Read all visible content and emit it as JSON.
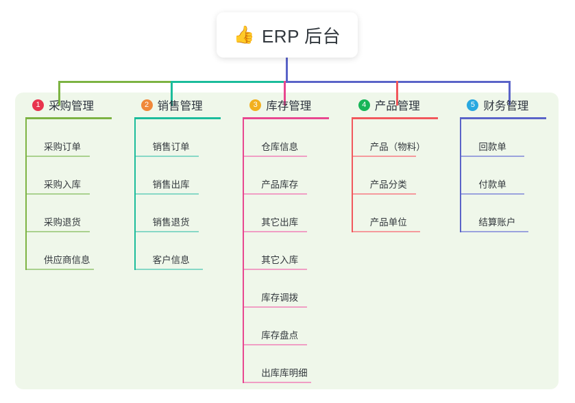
{
  "header": {
    "emoji": "👍",
    "emoji_name": "thumbs-up-icon",
    "title": "ERP 后台"
  },
  "colors": {
    "panel_background": "#eff7ea",
    "page_background": "#ffffff",
    "stem": "#5a63c8",
    "bus_left": "#7cb342",
    "bus_mid": "#1bbc9b",
    "bus_right": "#5a63c8"
  },
  "columns": [
    {
      "number": "1",
      "badge_color": "#e8344e",
      "line_color": "#7cb342",
      "rule_color": "#a9d18e",
      "title": "采购管理",
      "items": [
        "采购订单",
        "采购入库",
        "采购退货",
        "供应商信息"
      ]
    },
    {
      "number": "2",
      "badge_color": "#f0883a",
      "line_color": "#1bbc9b",
      "rule_color": "#86d8c6",
      "title": "销售管理",
      "items": [
        "销售订单",
        "销售出库",
        "销售退货",
        "客户信息"
      ]
    },
    {
      "number": "3",
      "badge_color": "#f2b01e",
      "line_color": "#e8468f",
      "rule_color": "#f09ec4",
      "title": "库存管理",
      "items": [
        "仓库信息",
        "产品库存",
        "其它出库",
        "其它入库",
        "库存调拨",
        "库存盘点",
        "出库库明细"
      ]
    },
    {
      "number": "4",
      "badge_color": "#17b558",
      "line_color": "#f1575c",
      "rule_color": "#f5999c",
      "title": "产品管理",
      "items": [
        "产品（物料）",
        "产品分类",
        "产品单位"
      ]
    },
    {
      "number": "5",
      "badge_color": "#29a8e0",
      "line_color": "#5a63c8",
      "rule_color": "#9aa2dd",
      "title": "财务管理",
      "items": [
        "回款单",
        "付款单",
        "结算账户"
      ]
    }
  ]
}
